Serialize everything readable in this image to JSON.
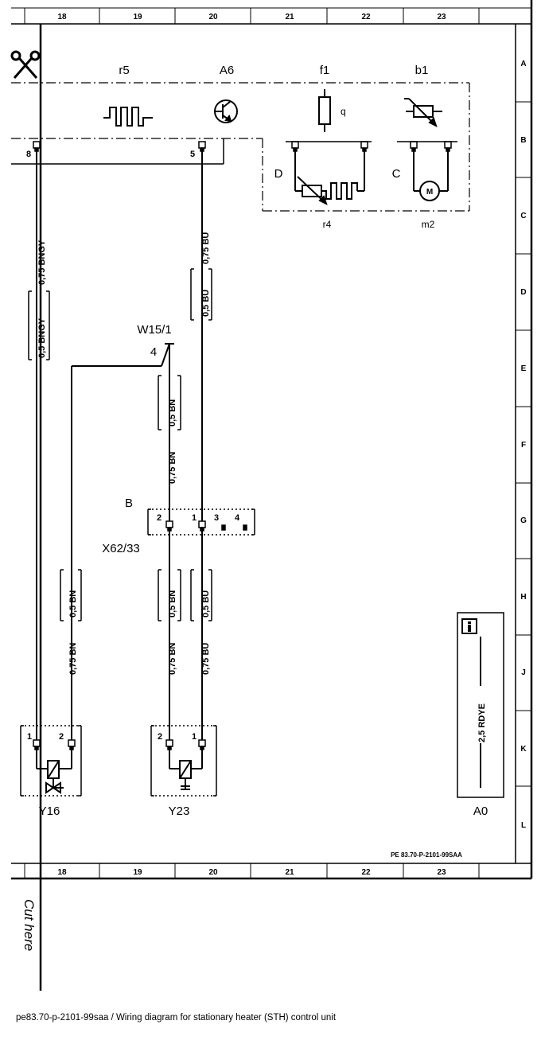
{
  "columns": [
    "18",
    "19",
    "20",
    "21",
    "22",
    "23"
  ],
  "rows": [
    "A",
    "B",
    "C",
    "D",
    "E",
    "F",
    "G",
    "H",
    "J",
    "K",
    "L"
  ],
  "components": {
    "r5": "r5",
    "a6": "A6",
    "f1": "f1",
    "b1": "b1",
    "r4": "r4",
    "m2": "m2",
    "d": "D",
    "c": "C",
    "q": "q",
    "w15_1": "W15/1",
    "w15_1_pin": "4",
    "x62_33": "X62/33",
    "x62_b": "B",
    "y16": "Y16",
    "y23": "Y23",
    "a0": "A0",
    "motor_m": "M"
  },
  "pins": {
    "a6_8": "8",
    "a6_5": "5",
    "x62_2": "2",
    "x62_1": "1",
    "x62_3": "3",
    "x62_4": "4",
    "y16_1": "1",
    "y16_2": "2",
    "y23_2": "2",
    "y23_1": "1"
  },
  "wires": {
    "bngy_075": "0,75 BNGY",
    "bngy_05": "0,5 BNGY",
    "bu_075_top": "0,75 BU",
    "bu_05_top": "0,5 BU",
    "bn_05_w15": "0,5 BN",
    "bn_075_w15": "0,75 BN",
    "bn_05_left": "0,5 BN",
    "bn_075_left": "0,75 BN",
    "bn_05_mid": "0,5 BN",
    "bn_075_mid": "0,75 BN",
    "bu_05_mid": "0,5 BU",
    "bu_075_mid": "0,75 BU",
    "rdye_25": "2,5 RDYE"
  },
  "info_icon": "info-icon",
  "scissors_icon": "scissors-icon",
  "reference": "PE 83.70-P-2101-99SAA",
  "cut_here": "Cut here",
  "caption": "pe83.70-p-2101-99saa / Wiring diagram for stationary heater (STH) control unit"
}
